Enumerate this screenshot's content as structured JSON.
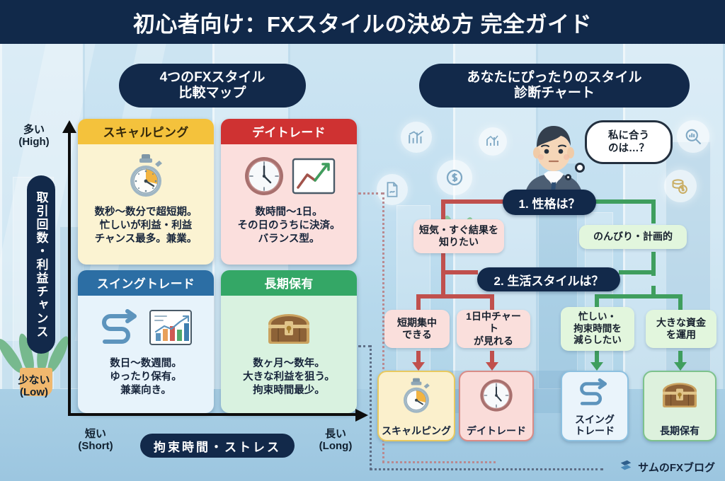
{
  "header": {
    "title": "初心者向け：FXスタイルの決め方 完全ガイド"
  },
  "left_panel": {
    "title_line1": "4つのFXスタイル",
    "title_line2": "比較マップ",
    "y_axis": {
      "top_label_line1": "多い",
      "top_label_line2": "(High)",
      "bottom_label_line1": "少ない",
      "bottom_label_line2": "(Low)",
      "axis_title": "取引回数・利益チャンス"
    },
    "x_axis": {
      "left_label_line1": "短い",
      "left_label_line2": "(Short)",
      "right_label_line1": "長い",
      "right_label_line2": "(Long)",
      "axis_title": "拘束時間・ストレス"
    },
    "quadrants": [
      {
        "key": "scalping",
        "title": "スキャルピング",
        "icon": "stopwatch-icon",
        "desc_lines": [
          "数秒〜数分で超短期。",
          "忙しいが利益・利益",
          "チャンス最多。兼業。"
        ],
        "header_color": "#f4c23c",
        "body_color": "#fbf3d2"
      },
      {
        "key": "daytrade",
        "title": "デイトレード",
        "icon": "wall-clock-icon",
        "desc_lines": [
          "数時間〜1日。",
          "その日のうちに決済。",
          "バランス型。"
        ],
        "header_color": "#cf3232",
        "body_color": "#fbdfdd"
      },
      {
        "key": "swing",
        "title": "スイングトレード",
        "icon": "zigzag-arrow-icon",
        "desc_lines": [
          "数日〜数週間。",
          "ゆったり保有。",
          "兼業向き。"
        ],
        "header_color": "#2c6ea4",
        "body_color": "#e7f3fb"
      },
      {
        "key": "longterm",
        "title": "長期保有",
        "icon": "treasure-chest-icon",
        "desc_lines": [
          "数ヶ月〜数年。",
          "大きな利益を狙う。",
          "拘束時間最少。"
        ],
        "header_color": "#34a766",
        "body_color": "#d9f2e0"
      }
    ]
  },
  "right_panel": {
    "title_line1": "あなたにぴったりのスタイル",
    "title_line2": "診断チャート",
    "thought_bubble_line1": "私に合う",
    "thought_bubble_line2": "のは…？",
    "question1": "1. 性格は？",
    "question2": "2. 生活スタイルは？",
    "branch_left_line1": "短気・すぐ結果を",
    "branch_left_line2": "知りたい",
    "branch_right": "のんびり・計画的",
    "options": [
      {
        "key": "opt-short-focus",
        "lines": [
          "短期集中",
          "できる"
        ],
        "color": "pink"
      },
      {
        "key": "opt-allday-chart",
        "lines": [
          "1日中チャート",
          "が見れる"
        ],
        "color": "pink"
      },
      {
        "key": "opt-busy-reduce",
        "lines": [
          "忙しい・",
          "拘束時間を",
          "減らしたい"
        ],
        "color": "green"
      },
      {
        "key": "opt-big-capital",
        "lines": [
          "大きな資金",
          "を運用"
        ],
        "color": "green"
      }
    ],
    "results": [
      {
        "key": "res-scalping",
        "label_lines": [
          "スキャルピング"
        ],
        "icon": "stopwatch-icon"
      },
      {
        "key": "res-daytrade",
        "label_lines": [
          "デイトレード"
        ],
        "icon": "wall-clock-icon"
      },
      {
        "key": "res-swing",
        "label_lines": [
          "スイング",
          "トレード"
        ],
        "icon": "zigzag-arrow-icon"
      },
      {
        "key": "res-longterm",
        "label_lines": [
          "長期保有"
        ],
        "icon": "treasure-chest-icon"
      }
    ]
  },
  "footer": {
    "logo_text": "サムのFXブログ"
  },
  "colors": {
    "header_navy": "#11294a",
    "scalping_yellow": "#f4c23c",
    "daytrade_red": "#cf3232",
    "swing_blue": "#2c6ea4",
    "longterm_green": "#34a766",
    "flow_red": "#c0504d",
    "flow_green": "#3f9e5e",
    "background_blue": "#bfe0f0"
  }
}
